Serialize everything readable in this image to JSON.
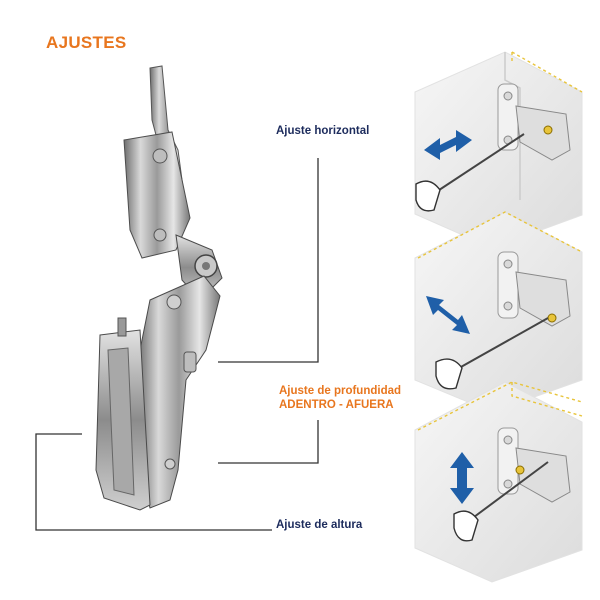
{
  "title": "AJUSTES",
  "labels": {
    "horizontal": "Ajuste horizontal",
    "depth_line1": "Ajuste de profundidad",
    "depth_line2": "ADENTRO - AFUERA",
    "height": "Ajuste de altura"
  },
  "colors": {
    "title": "#E8761E",
    "depth_label": "#E8761E",
    "navy_label": "#1C2B5C",
    "arrow_blue": "#1F5FA8",
    "dashed_yellow": "#E8C43A",
    "leader_line": "#333333"
  },
  "icons": [
    "horizontal-arrow-icon",
    "depth-arrow-icon",
    "vertical-arrow-icon"
  ]
}
